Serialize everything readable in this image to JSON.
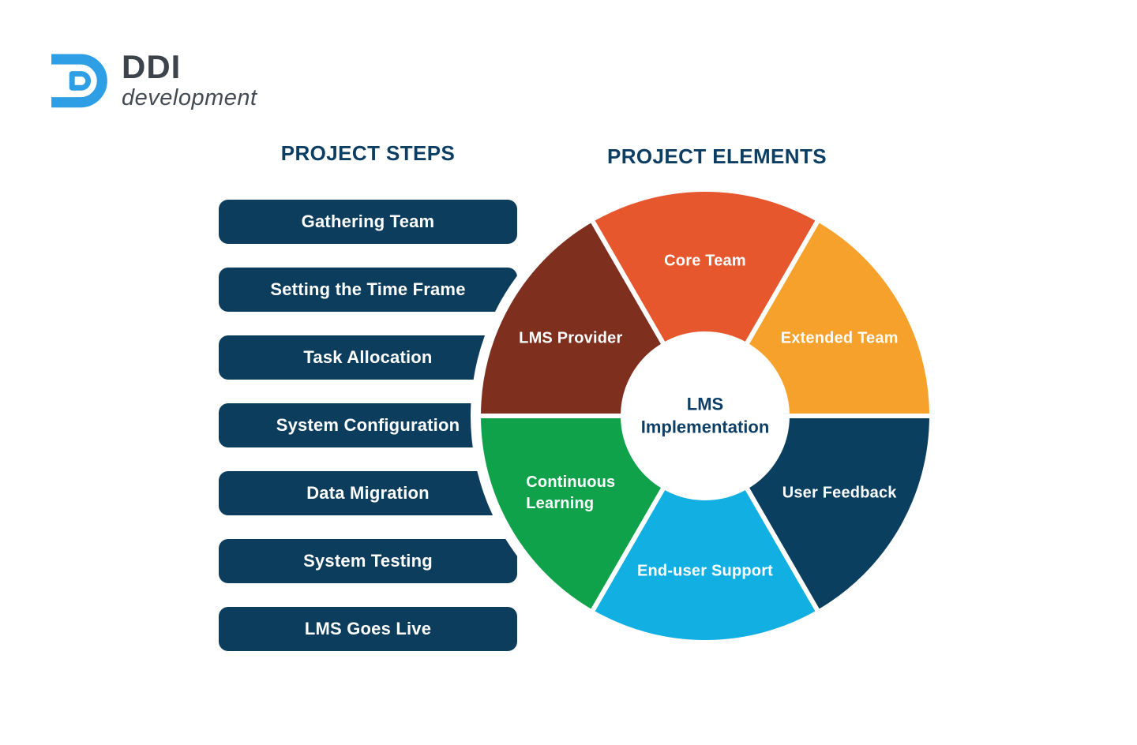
{
  "logo": {
    "brand": "DDI",
    "sub": "development",
    "icon_color": "#2E9FE4",
    "text_color": "#3C434B"
  },
  "left_panel": {
    "title": "PROJECT STEPS",
    "steps": [
      "Gathering Team",
      "Setting the Time Frame",
      "Task Allocation",
      "System Configuration",
      "Data Migration",
      "System Testing",
      "LMS Goes Live"
    ]
  },
  "right_panel": {
    "title": "PROJECT ELEMENTS"
  },
  "chart_data": {
    "type": "pie",
    "subtype": "donut",
    "title": "PROJECT ELEMENTS",
    "center_label": "LMS\nImplementation",
    "center_label_color": "#0D3E66",
    "label_color": "#FFFFFF",
    "start_angle_deg": 120,
    "direction": "clockwise",
    "outer_radius": 287,
    "inner_radius": 104,
    "gap_stroke_color": "#FFFFFF",
    "segments": [
      {
        "label": "Core Team",
        "value": 1,
        "color": "#E7572E"
      },
      {
        "label": "Extended Team",
        "value": 1,
        "color": "#F6A12B"
      },
      {
        "label": "User Feedback",
        "value": 1,
        "color": "#0B3F5F"
      },
      {
        "label": "End-user Support",
        "value": 1,
        "color": "#12AFE2"
      },
      {
        "label": "Continuous\nLearning",
        "value": 1,
        "color": "#10A24A"
      },
      {
        "label": "LMS Provider",
        "value": 1,
        "color": "#7E2F1E"
      }
    ]
  },
  "colors": {
    "button_bg": "#0D3D5C",
    "button_text": "#FFFFFF",
    "heading": "#0C3D63",
    "background": "#FFFFFF"
  }
}
